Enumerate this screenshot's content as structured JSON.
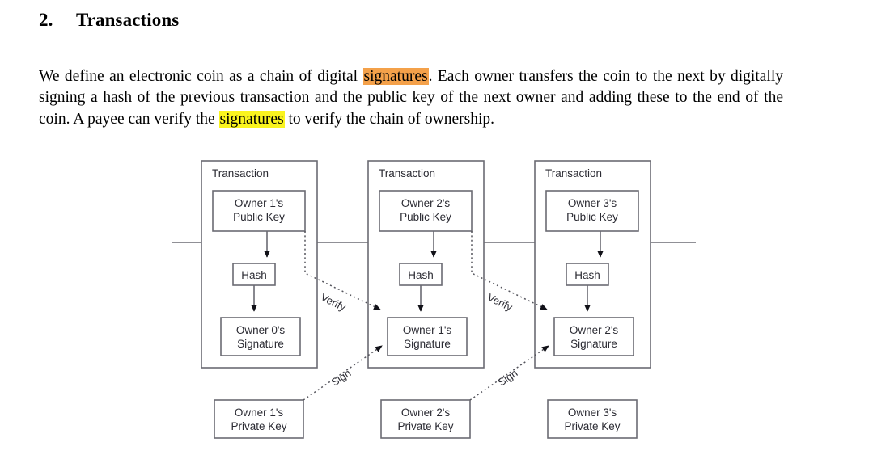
{
  "heading": {
    "number": "2.",
    "title": "Transactions"
  },
  "paragraph": {
    "part1": "We define an electronic coin as a chain of digital ",
    "highlight1": "signatures",
    "part2": ".  Each owner transfers the coin to the next by digitally signing a hash of the previous transaction and the public key of the next owner and adding these to the end of the coin.  A payee can verify the ",
    "highlight2": "signatures",
    "part3": " to verify the chain of ownership.",
    "highlight1_color": "#F4A14A",
    "highlight2_color": "#FAF41F"
  },
  "diagram": {
    "transactions": [
      {
        "title": "Transaction",
        "public_key": "Owner 1's\nPublic Key",
        "public_key_line1": "Owner 1's",
        "public_key_line2": "Public Key",
        "hash": "Hash",
        "signature_line1": "Owner 0's",
        "signature_line2": "Signature"
      },
      {
        "title": "Transaction",
        "public_key_line1": "Owner 2's",
        "public_key_line2": "Public Key",
        "hash": "Hash",
        "signature_line1": "Owner 1's",
        "signature_line2": "Signature"
      },
      {
        "title": "Transaction",
        "public_key_line1": "Owner 3's",
        "public_key_line2": "Public Key",
        "hash": "Hash",
        "signature_line1": "Owner 2's",
        "signature_line2": "Signature"
      }
    ],
    "private_keys": [
      {
        "line1": "Owner 1's",
        "line2": "Private Key"
      },
      {
        "line1": "Owner 2's",
        "line2": "Private Key"
      },
      {
        "line1": "Owner 3's",
        "line2": "Private Key"
      }
    ],
    "edge_labels": {
      "verify": "Verify",
      "sign": "Sign"
    },
    "stroke_color": "#6b6b73",
    "text_color": "#2b2b33"
  }
}
